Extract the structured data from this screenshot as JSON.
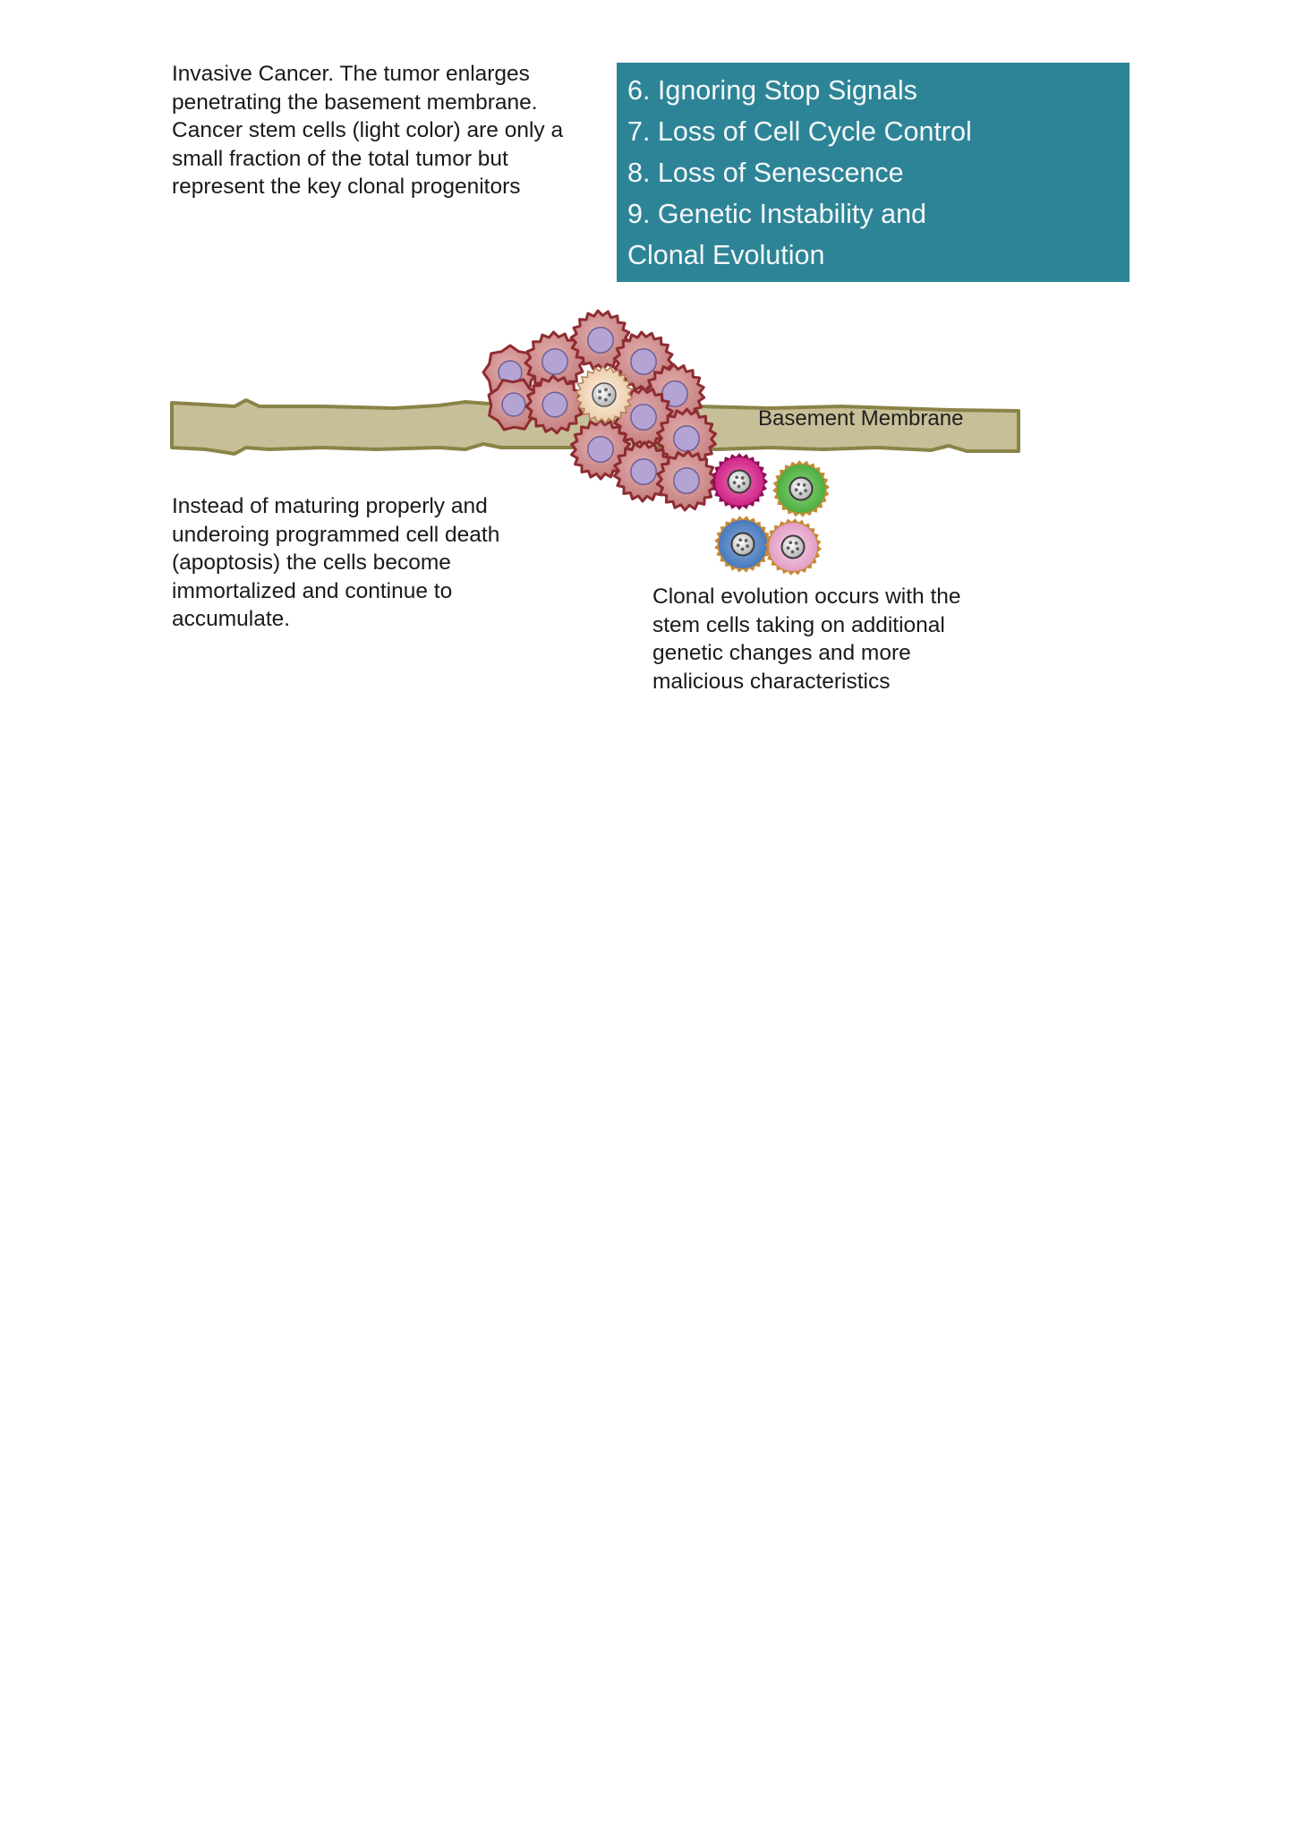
{
  "captions": {
    "invasive": "Invasive Cancer. The tumor enlarges\npenetrating the basement membrane.\nCancer stem cells (light color) are only a\nsmall fraction of the total tumor but\nrepresent the key clonal progenitors",
    "immortal": "Instead of maturing properly and\nunderoing programmed cell death\n(apoptosis) the cells become\nimmortalized and continue to\naccumulate.",
    "clonal": "Clonal evolution occurs with the\nstem cells taking on additional\ngenetic changes and more\nmalicious characteristics"
  },
  "hallmarks": [
    "6. Ignoring Stop Signals",
    "7. Loss of Cell Cycle Control",
    "8. Loss of Senescence",
    "9. Genetic Instability and",
    "Clonal Evolution"
  ],
  "membrane_label": "Basement Membrane",
  "colors": {
    "hallmark_box": "#2e8497",
    "membrane": "#c7bf97",
    "membrane_edge": "#8a8347",
    "tumor_cell": "#c98686",
    "tumor_cell_edge": "#8e2c31",
    "nucleus": "#b3a4d4",
    "stem_cell": "#f4d8bc",
    "clone_magenta": "#d91a8a",
    "clone_green": "#4fb544",
    "clone_blue": "#4a7ec2",
    "clone_pink": "#e7a8cd"
  }
}
